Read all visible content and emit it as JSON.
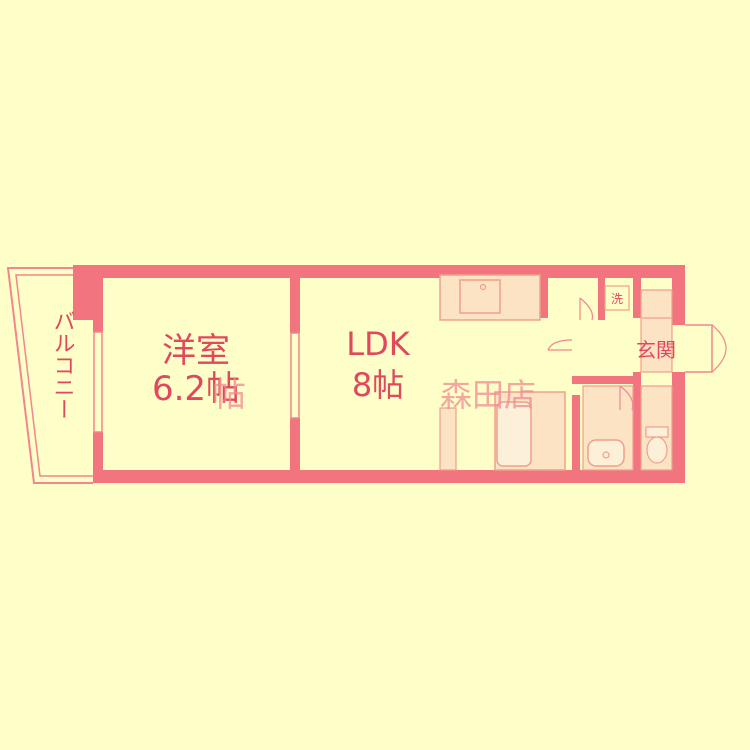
{
  "floorplan": {
    "rooms": {
      "western": {
        "name": "洋室",
        "size": "6.2帖"
      },
      "ldk": {
        "name": "LDK",
        "size": "8帖"
      },
      "balcony": {
        "name": "バルコニー"
      },
      "entrance": {
        "name": "玄関"
      },
      "laundry": {
        "name": "洗"
      }
    },
    "watermark": {
      "left": "帖",
      "right": "森田店"
    },
    "colors": {
      "background": "#fefec8",
      "wall": "#f2747e",
      "outline": "#f2868e",
      "fixture": "#fbe3c4",
      "fixture_stroke": "#f0a08a",
      "label": "#e0485e"
    }
  }
}
